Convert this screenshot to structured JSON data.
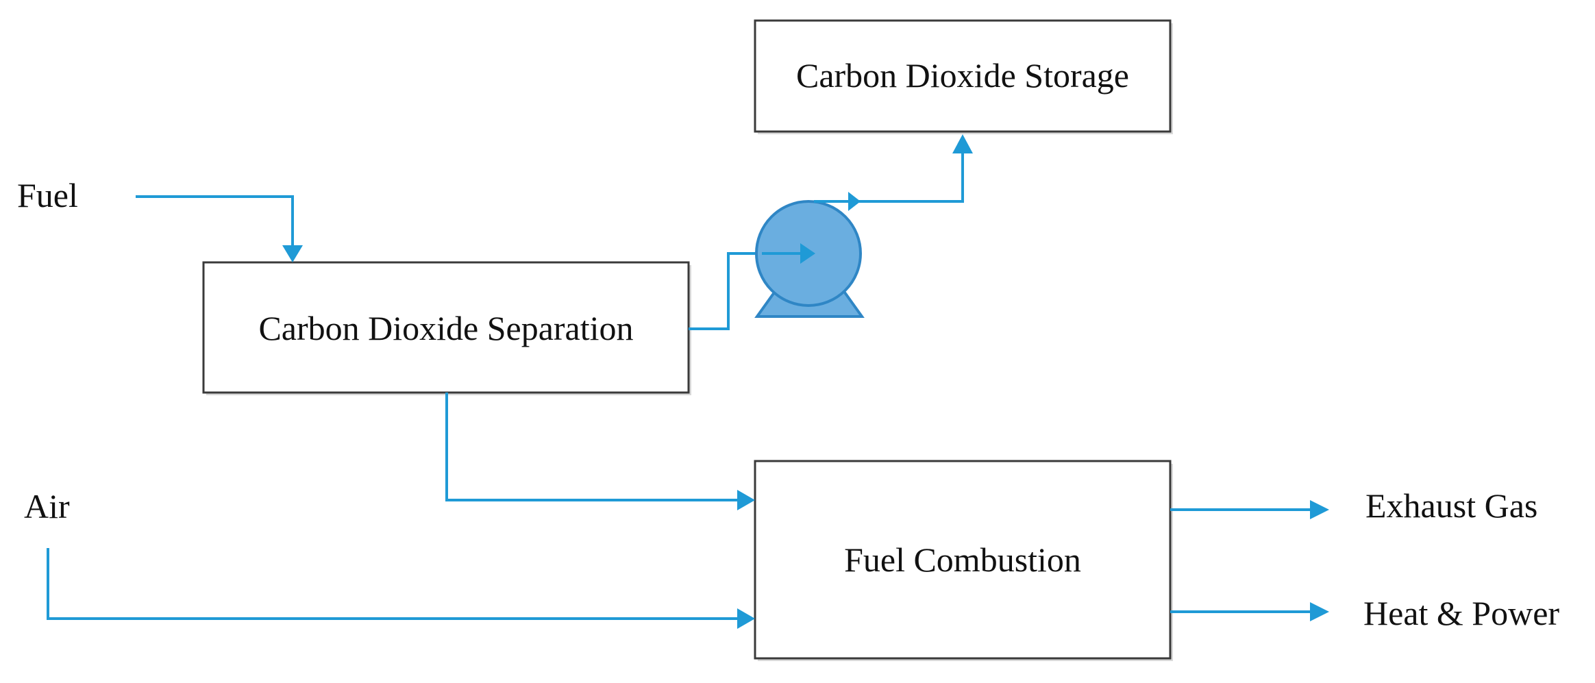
{
  "labels": {
    "fuel": "Fuel",
    "air": "Air",
    "exhaust_gas": "Exhaust Gas",
    "heat_power": "Heat & Power"
  },
  "boxes": {
    "separation": "Carbon Dioxide Separation",
    "storage": "Carbon Dioxide Storage",
    "combustion": "Fuel Combustion"
  },
  "icons": {
    "pump": "pump-icon"
  },
  "colors": {
    "flow": "#1f9ad6",
    "pump_fill": "#6aaee0",
    "box_stroke": "#3a3a3a"
  }
}
